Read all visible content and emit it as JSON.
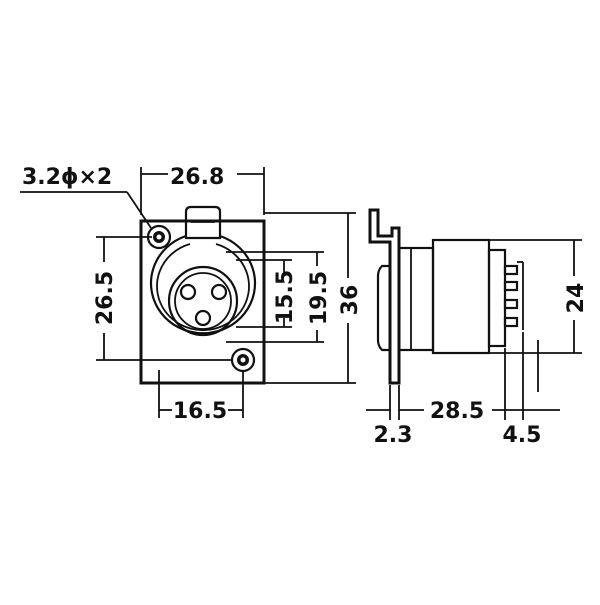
{
  "labels": {
    "hole_spec": "3.2ϕ×2",
    "width_top": "26.8",
    "hole_spacing_vertical": "26.5",
    "overall_height": "36",
    "inner_15_5": "15.5",
    "inner_19_5": "19.5",
    "hole_spacing_horizontal": "16.5",
    "side_height": "24",
    "flange_thickness": "2.3",
    "body_depth": "28.5",
    "pin_length": "4.5"
  }
}
